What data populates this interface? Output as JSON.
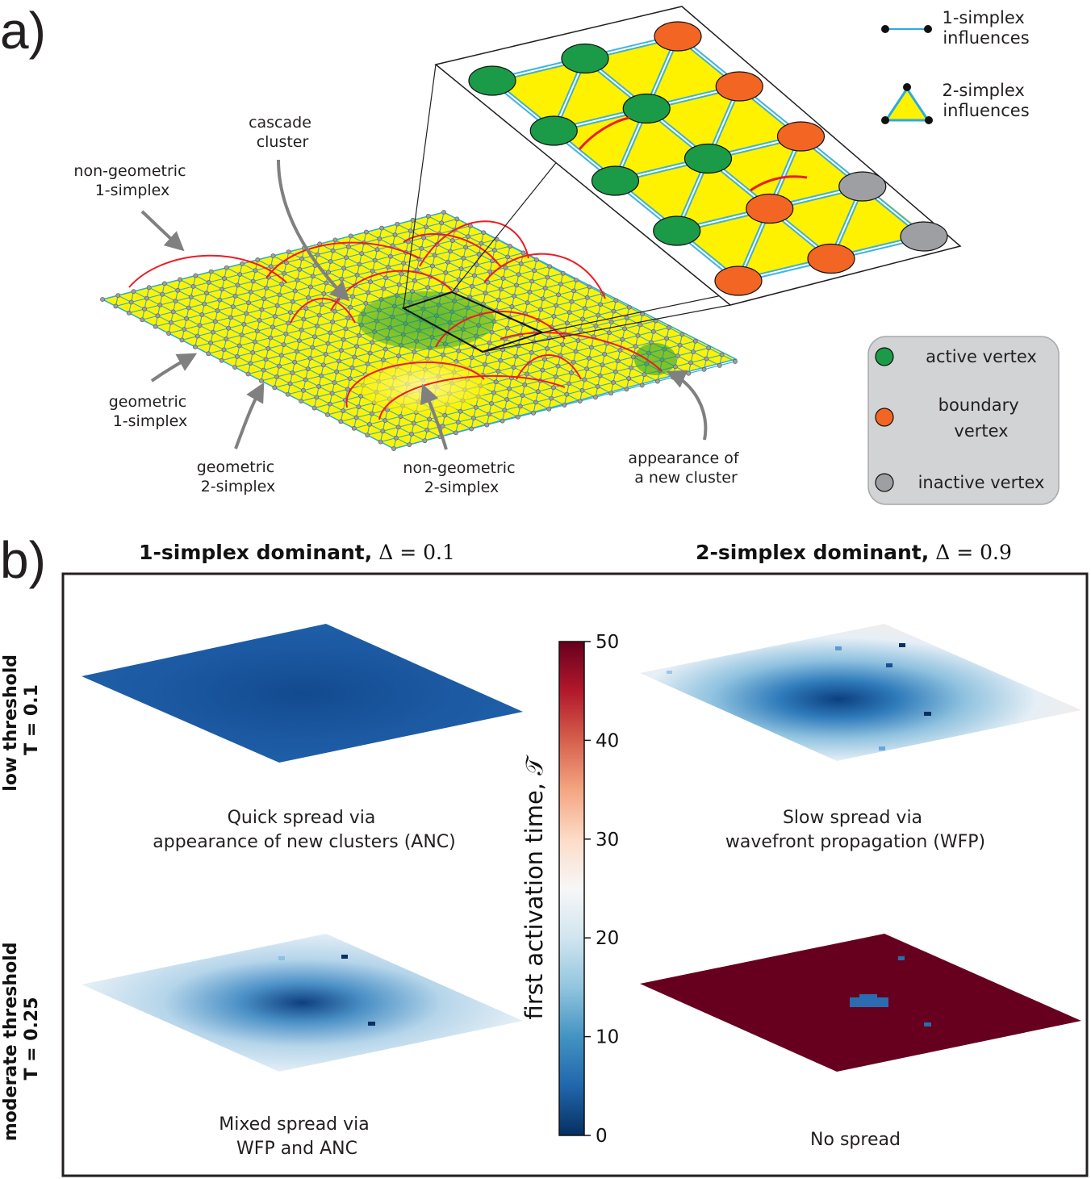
{
  "panel_a": {
    "label": "a)",
    "annotations": {
      "cascade_cluster": [
        "cascade",
        "cluster"
      ],
      "non_geometric_1_simplex": [
        "non-geometric",
        "1-simplex"
      ],
      "geometric_1_simplex": [
        "geometric",
        "1-simplex"
      ],
      "geometric_2_simplex": [
        "geometric",
        "2-simplex"
      ],
      "non_geometric_2_simplex": [
        "non-geometric",
        "2-simplex"
      ],
      "new_cluster": [
        "appearance of",
        "a new cluster"
      ]
    },
    "influence_legend": {
      "one_simplex": [
        "1-simplex",
        "influences"
      ],
      "two_simplex": [
        "2-simplex",
        "influences"
      ]
    },
    "vertex_legend": {
      "active": "active vertex",
      "boundary": [
        "boundary",
        "vertex"
      ],
      "inactive": "inactive vertex"
    },
    "colors": {
      "active": "#1b9a47",
      "boundary": "#f26522",
      "inactive": "#9d9fa2",
      "triangle": "#fff200",
      "edge": "#29abe2",
      "nongeo_edge": "#ed1c24"
    }
  },
  "panel_b": {
    "label": "b)",
    "col1": {
      "bold": "1-simplex dominant,",
      "math": "Δ = 0.1"
    },
    "col2": {
      "bold": "2-simplex dominant,",
      "math": "Δ = 0.9"
    },
    "row1": [
      "low threshold",
      "T = 0.1"
    ],
    "row2": [
      "moderate threshold",
      "T = 0.25"
    ],
    "captions": {
      "tl": [
        "Quick spread via",
        "appearance of new clusters (ANC)"
      ],
      "tr": [
        "Slow spread via",
        "wavefront propagation (WFP)"
      ],
      "bl": [
        "Mixed spread via",
        "WFP and ANC"
      ],
      "br": [
        "No spread"
      ]
    },
    "colorbar": {
      "label": "first activation time, 𝒯",
      "ticks": [
        0,
        10,
        20,
        30,
        40,
        50
      ],
      "min": 0,
      "max": 50,
      "colormap": "RdBu_r"
    }
  }
}
